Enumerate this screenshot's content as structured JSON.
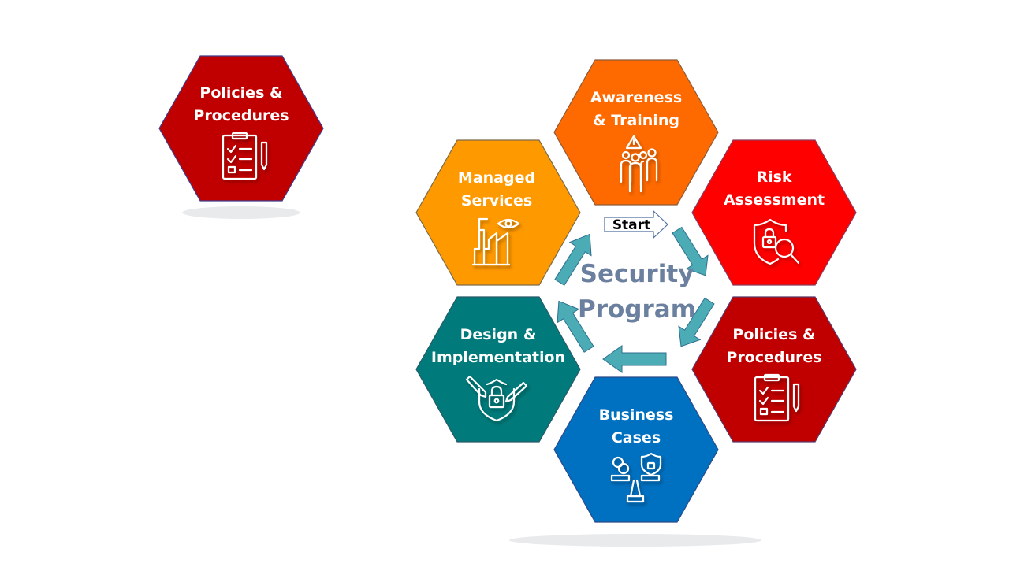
{
  "diagram": {
    "title": "Security Program",
    "center_lines": [
      "Security",
      "Program"
    ],
    "start_label": "Start",
    "colors": {
      "awareness": "#ff6a00",
      "risk": "#ff0000",
      "policies": "#c00000",
      "business": "#0070c0",
      "design": "#007a7a",
      "managed": "#ff9900",
      "arrow": "#4bacb6",
      "center_text": "#6b7f9e",
      "shadow": "#e8eaec"
    },
    "standalone": {
      "lines": [
        "Policies &",
        "Procedures"
      ],
      "icon": "clipboard-checklist-icon"
    },
    "hexagons": [
      {
        "id": "awareness",
        "lines": [
          "Awareness",
          "& Training"
        ],
        "icon": "people-warning-icon"
      },
      {
        "id": "risk",
        "lines": [
          "Risk",
          "Assessment"
        ],
        "icon": "shield-lock-magnifier-icon"
      },
      {
        "id": "policies",
        "lines": [
          "Policies &",
          "Procedures"
        ],
        "icon": "clipboard-checklist-icon"
      },
      {
        "id": "business",
        "lines": [
          "Business",
          "Cases"
        ],
        "icon": "balance-scale-icon"
      },
      {
        "id": "design",
        "lines": [
          "Design &",
          "Implementation"
        ],
        "icon": "shield-lock-tools-icon"
      },
      {
        "id": "managed",
        "lines": [
          "Managed",
          "Services"
        ],
        "icon": "factory-eye-icon"
      }
    ]
  }
}
